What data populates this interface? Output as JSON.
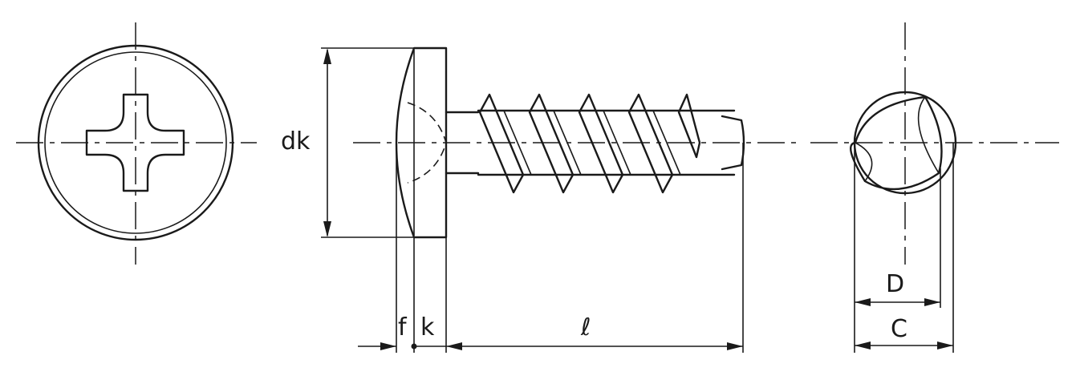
{
  "labels": {
    "head_diameter": "dk",
    "head_height": "k",
    "fillet": "f",
    "length": "ℓ",
    "major_diameter": "D",
    "thread_diameter": "C"
  },
  "icons": {
    "top_view": "phillips-pan-head-top-view",
    "side_view": "tapping-screw-side-view",
    "end_view": "trilobular-thread-end-view"
  }
}
